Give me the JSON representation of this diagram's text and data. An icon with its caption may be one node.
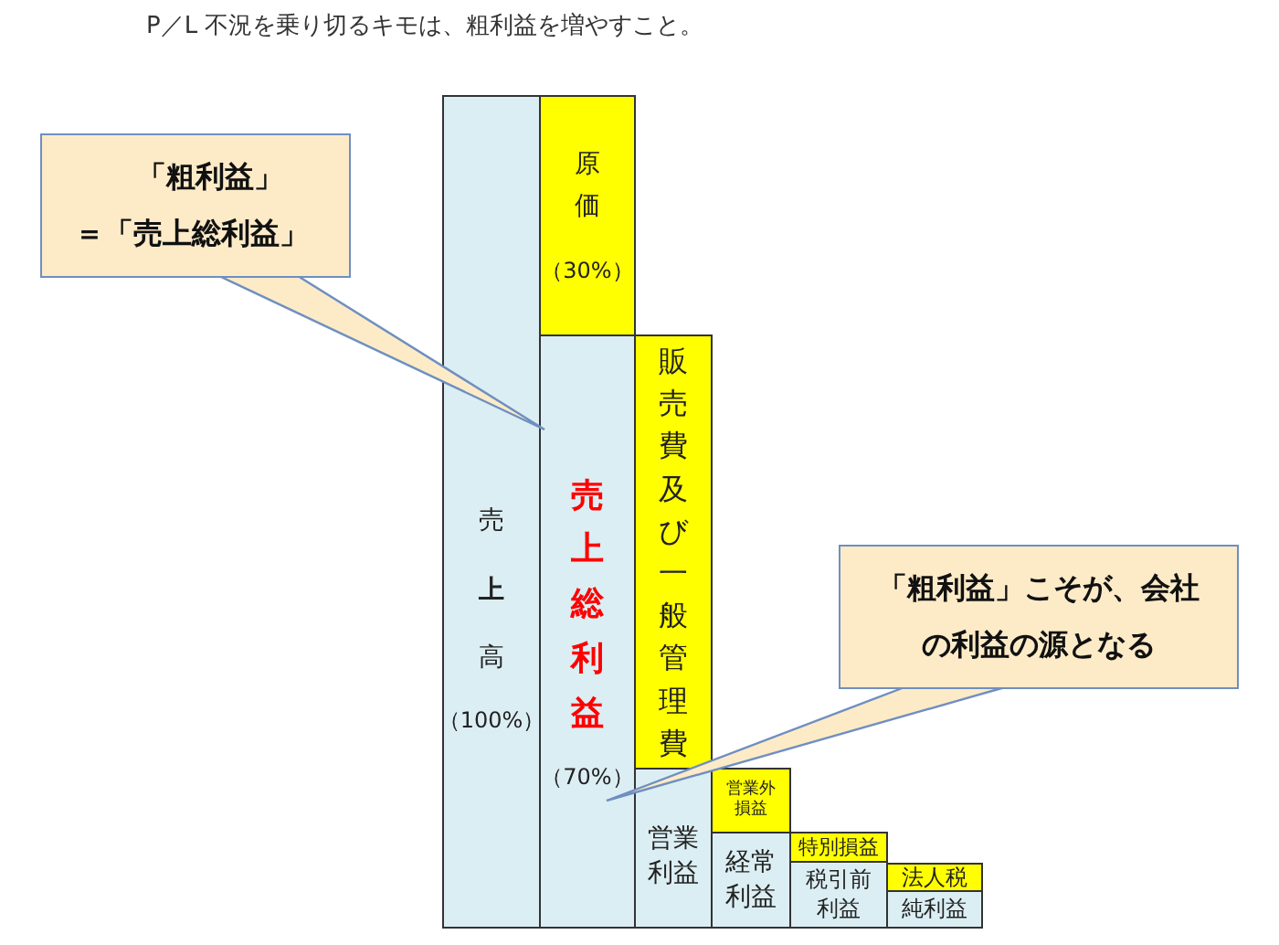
{
  "diagram": {
    "title": "P／L 不況を乗り切るキモは、粗利益を増やすこと。",
    "nodes": [
      {
        "text": [
          "「粗利益」",
          "＝「売上総利益」"
        ]
      },
      {
        "text": [
          "売**上**高",
          "（100%）"
        ]
      },
      {
        "text": [
          "原価",
          "（30%）"
        ]
      },
      {
        "text": [
          "売上総利益",
          "（70%）"
        ]
      },
      {
        "text": [
          "販売費及び一般管理費"
        ]
      },
      {
        "text": [
          "営業利益"
        ]
      },
      {
        "text": [
          "営業外損益"
        ]
      },
      {
        "text": [
          "経常利益"
        ]
      },
      {
        "text": [
          "特別損益"
        ]
      },
      {
        "text": [
          "税引前利益"
        ]
      },
      {
        "text": [
          "法人税"
        ]
      },
      {
        "text": [
          "純利益"
        ]
      },
      {
        "text": [
          "「粗利益」こそが、会社の利益の源となる"
        ]
      }
    ],
    "edges": [
      {
        "from": 0,
        "to": 3,
        "arrow": "none"
      },
      {
        "from": 12,
        "to": 3,
        "arrow": "none"
      }
    ]
  }
}
